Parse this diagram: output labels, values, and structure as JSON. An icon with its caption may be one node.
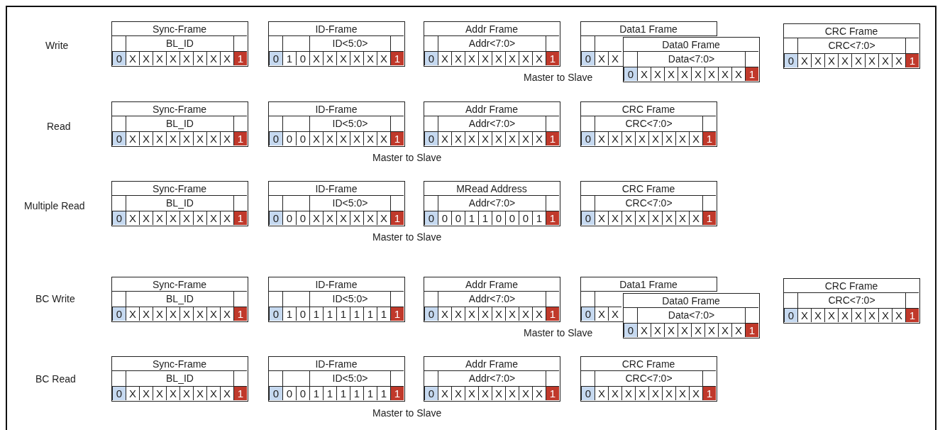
{
  "diagram": {
    "nodes": [
      {
        "text": [
          "Sync-Frame",
          "BL_ID"
        ]
      },
      {
        "text": [
          "0"
        ],
        "in": 0
      },
      {
        "text": [
          "X"
        ],
        "in": 0
      },
      {
        "text": [
          "X"
        ],
        "in": 0
      },
      {
        "text": [
          "X"
        ],
        "in": 0
      },
      {
        "text": [
          "X"
        ],
        "in": 0
      },
      {
        "text": [
          "X"
        ],
        "in": 0
      },
      {
        "text": [
          "X"
        ],
        "in": 0
      },
      {
        "text": [
          "X"
        ],
        "in": 0
      },
      {
        "text": [
          "X"
        ],
        "in": 0
      },
      {
        "text": [
          "1"
        ],
        "in": 0
      },
      {
        "text": [
          "ID-Frame",
          "ID<5:0>"
        ]
      },
      {
        "text": [
          "0"
        ],
        "in": 11
      },
      {
        "text": [
          "1"
        ],
        "in": 11
      },
      {
        "text": [
          "0"
        ],
        "in": 11
      },
      {
        "text": [
          "X"
        ],
        "in": 11
      },
      {
        "text": [
          "X"
        ],
        "in": 11
      },
      {
        "text": [
          "X"
        ],
        "in": 11
      },
      {
        "text": [
          "X"
        ],
        "in": 11
      },
      {
        "text": [
          "X"
        ],
        "in": 11
      },
      {
        "text": [
          "X"
        ],
        "in": 11
      },
      {
        "text": [
          "1"
        ],
        "in": 11
      },
      {
        "text": [
          "Addr Frame",
          "Addr<7:0>"
        ]
      },
      {
        "text": [
          "0"
        ],
        "in": 22
      },
      {
        "text": [
          "X"
        ],
        "in": 22
      },
      {
        "text": [
          "X"
        ],
        "in": 22
      },
      {
        "text": [
          "X"
        ],
        "in": 22
      },
      {
        "text": [
          "X"
        ],
        "in": 22
      },
      {
        "text": [
          "X"
        ],
        "in": 22
      },
      {
        "text": [
          "X"
        ],
        "in": 22
      },
      {
        "text": [
          "X"
        ],
        "in": 22
      },
      {
        "text": [
          "X"
        ],
        "in": 22
      },
      {
        "text": [
          "1"
        ],
        "in": 22
      },
      {
        "text": [
          "Data1 Frame"
        ]
      },
      {
        "text": [
          "0"
        ],
        "in": 33
      },
      {
        "text": [
          "X"
        ],
        "in": 33
      },
      {
        "text": [
          "X"
        ],
        "in": 33
      },
      {
        "text": [
          "Data0 Frame",
          "Data<7:0>"
        ]
      },
      {
        "text": [
          "0"
        ],
        "in": 37
      },
      {
        "text": [
          "X"
        ],
        "in": 37
      },
      {
        "text": [
          "X"
        ],
        "in": 37
      },
      {
        "text": [
          "X"
        ],
        "in": 37
      },
      {
        "text": [
          "X"
        ],
        "in": 37
      },
      {
        "text": [
          "X"
        ],
        "in": 37
      },
      {
        "text": [
          "X"
        ],
        "in": 37
      },
      {
        "text": [
          "X"
        ],
        "in": 37
      },
      {
        "text": [
          "X"
        ],
        "in": 37
      },
      {
        "text": [
          "1"
        ],
        "in": 37
      },
      {
        "text": [
          "CRC Frame",
          "CRC<7:0>"
        ]
      },
      {
        "text": [
          "0"
        ],
        "in": 48
      },
      {
        "text": [
          "X"
        ],
        "in": 48
      },
      {
        "text": [
          "X"
        ],
        "in": 48
      },
      {
        "text": [
          "X"
        ],
        "in": 48
      },
      {
        "text": [
          "X"
        ],
        "in": 48
      },
      {
        "text": [
          "X"
        ],
        "in": 48
      },
      {
        "text": [
          "X"
        ],
        "in": 48
      },
      {
        "text": [
          "X"
        ],
        "in": 48
      },
      {
        "text": [
          "X"
        ],
        "in": 48
      },
      {
        "text": [
          "1"
        ],
        "in": 48
      },
      {
        "text": [
          "Sync-Frame",
          "BL_ID"
        ]
      },
      {
        "text": [
          "0"
        ],
        "in": 59
      },
      {
        "text": [
          "X"
        ],
        "in": 59
      },
      {
        "text": [
          "X"
        ],
        "in": 59
      },
      {
        "text": [
          "X"
        ],
        "in": 59
      },
      {
        "text": [
          "X"
        ],
        "in": 59
      },
      {
        "text": [
          "X"
        ],
        "in": 59
      },
      {
        "text": [
          "X"
        ],
        "in": 59
      },
      {
        "text": [
          "X"
        ],
        "in": 59
      },
      {
        "text": [
          "X"
        ],
        "in": 59
      },
      {
        "text": [
          "1"
        ],
        "in": 59
      },
      {
        "text": [
          "ID-Frame",
          "ID<5:0>"
        ]
      },
      {
        "text": [
          "0"
        ],
        "in": 70
      },
      {
        "text": [
          "0"
        ],
        "in": 70
      },
      {
        "text": [
          "0"
        ],
        "in": 70
      },
      {
        "text": [
          "X"
        ],
        "in": 70
      },
      {
        "text": [
          "X"
        ],
        "in": 70
      },
      {
        "text": [
          "X"
        ],
        "in": 70
      },
      {
        "text": [
          "X"
        ],
        "in": 70
      },
      {
        "text": [
          "X"
        ],
        "in": 70
      },
      {
        "text": [
          "X"
        ],
        "in": 70
      },
      {
        "text": [
          "1"
        ],
        "in": 70
      },
      {
        "text": [
          "Addr Frame",
          "Addr<7:0>"
        ]
      },
      {
        "text": [
          "0"
        ],
        "in": 81
      },
      {
        "text": [
          "X"
        ],
        "in": 81
      },
      {
        "text": [
          "X"
        ],
        "in": 81
      },
      {
        "text": [
          "X"
        ],
        "in": 81
      },
      {
        "text": [
          "X"
        ],
        "in": 81
      },
      {
        "text": [
          "X"
        ],
        "in": 81
      },
      {
        "text": [
          "X"
        ],
        "in": 81
      },
      {
        "text": [
          "X"
        ],
        "in": 81
      },
      {
        "text": [
          "X"
        ],
        "in": 81
      },
      {
        "text": [
          "1"
        ],
        "in": 81
      },
      {
        "text": [
          "CRC Frame",
          "CRC<7:0>"
        ]
      },
      {
        "text": [
          "0"
        ],
        "in": 92
      },
      {
        "text": [
          "X"
        ],
        "in": 92
      },
      {
        "text": [
          "X"
        ],
        "in": 92
      },
      {
        "text": [
          "X"
        ],
        "in": 92
      },
      {
        "text": [
          "X"
        ],
        "in": 92
      },
      {
        "text": [
          "X"
        ],
        "in": 92
      },
      {
        "text": [
          "X"
        ],
        "in": 92
      },
      {
        "text": [
          "X"
        ],
        "in": 92
      },
      {
        "text": [
          "X"
        ],
        "in": 92
      },
      {
        "text": [
          "1"
        ],
        "in": 92
      },
      {
        "text": [
          "Sync-Frame",
          "BL_ID"
        ]
      },
      {
        "text": [
          "0"
        ],
        "in": 103
      },
      {
        "text": [
          "X"
        ],
        "in": 103
      },
      {
        "text": [
          "X"
        ],
        "in": 103
      },
      {
        "text": [
          "X"
        ],
        "in": 103
      },
      {
        "text": [
          "X"
        ],
        "in": 103
      },
      {
        "text": [
          "X"
        ],
        "in": 103
      },
      {
        "text": [
          "X"
        ],
        "in": 103
      },
      {
        "text": [
          "X"
        ],
        "in": 103
      },
      {
        "text": [
          "X"
        ],
        "in": 103
      },
      {
        "text": [
          "1"
        ],
        "in": 103
      },
      {
        "text": [
          "ID-Frame",
          "ID<5:0>"
        ]
      },
      {
        "text": [
          "0"
        ],
        "in": 114
      },
      {
        "text": [
          "0"
        ],
        "in": 114
      },
      {
        "text": [
          "0"
        ],
        "in": 114
      },
      {
        "text": [
          "X"
        ],
        "in": 114
      },
      {
        "text": [
          "X"
        ],
        "in": 114
      },
      {
        "text": [
          "X"
        ],
        "in": 114
      },
      {
        "text": [
          "X"
        ],
        "in": 114
      },
      {
        "text": [
          "X"
        ],
        "in": 114
      },
      {
        "text": [
          "X"
        ],
        "in": 114
      },
      {
        "text": [
          "1"
        ],
        "in": 114
      },
      {
        "text": [
          "MRead Address",
          "Addr<7:0>"
        ]
      },
      {
        "text": [
          "0"
        ],
        "in": 125
      },
      {
        "text": [
          "0"
        ],
        "in": 125
      },
      {
        "text": [
          "0"
        ],
        "in": 125
      },
      {
        "text": [
          "1"
        ],
        "in": 125
      },
      {
        "text": [
          "1"
        ],
        "in": 125
      },
      {
        "text": [
          "0"
        ],
        "in": 125
      },
      {
        "text": [
          "0"
        ],
        "in": 125
      },
      {
        "text": [
          "0"
        ],
        "in": 125
      },
      {
        "text": [
          "1"
        ],
        "in": 125
      },
      {
        "text": [
          "1"
        ],
        "in": 125
      },
      {
        "text": [
          "CRC Frame",
          "CRC<7:0>"
        ]
      },
      {
        "text": [
          "0"
        ],
        "in": 136
      },
      {
        "text": [
          "X"
        ],
        "in": 136
      },
      {
        "text": [
          "X"
        ],
        "in": 136
      },
      {
        "text": [
          "X"
        ],
        "in": 136
      },
      {
        "text": [
          "X"
        ],
        "in": 136
      },
      {
        "text": [
          "X"
        ],
        "in": 136
      },
      {
        "text": [
          "X"
        ],
        "in": 136
      },
      {
        "text": [
          "X"
        ],
        "in": 136
      },
      {
        "text": [
          "X"
        ],
        "in": 136
      },
      {
        "text": [
          "1"
        ],
        "in": 136
      },
      {
        "text": [
          "Sync-Frame",
          "BL_ID"
        ]
      },
      {
        "text": [
          "0"
        ],
        "in": 147
      },
      {
        "text": [
          "X"
        ],
        "in": 147
      },
      {
        "text": [
          "X"
        ],
        "in": 147
      },
      {
        "text": [
          "X"
        ],
        "in": 147
      },
      {
        "text": [
          "X"
        ],
        "in": 147
      },
      {
        "text": [
          "X"
        ],
        "in": 147
      },
      {
        "text": [
          "X"
        ],
        "in": 147
      },
      {
        "text": [
          "X"
        ],
        "in": 147
      },
      {
        "text": [
          "X"
        ],
        "in": 147
      },
      {
        "text": [
          "1"
        ],
        "in": 147
      },
      {
        "text": [
          "ID-Frame",
          "ID<5:0>"
        ]
      },
      {
        "text": [
          "0"
        ],
        "in": 158
      },
      {
        "text": [
          "1"
        ],
        "in": 158
      },
      {
        "text": [
          "0"
        ],
        "in": 158
      },
      {
        "text": [
          "1"
        ],
        "in": 158
      },
      {
        "text": [
          "1"
        ],
        "in": 158
      },
      {
        "text": [
          "1"
        ],
        "in": 158
      },
      {
        "text": [
          "1"
        ],
        "in": 158
      },
      {
        "text": [
          "1"
        ],
        "in": 158
      },
      {
        "text": [
          "1"
        ],
        "in": 158
      },
      {
        "text": [
          "1"
        ],
        "in": 158
      },
      {
        "text": [
          "Addr Frame",
          "Addr<7:0>"
        ]
      },
      {
        "text": [
          "0"
        ],
        "in": 169
      },
      {
        "text": [
          "X"
        ],
        "in": 169
      },
      {
        "text": [
          "X"
        ],
        "in": 169
      },
      {
        "text": [
          "X"
        ],
        "in": 169
      },
      {
        "text": [
          "X"
        ],
        "in": 169
      },
      {
        "text": [
          "X"
        ],
        "in": 169
      },
      {
        "text": [
          "X"
        ],
        "in": 169
      },
      {
        "text": [
          "X"
        ],
        "in": 169
      },
      {
        "text": [
          "X"
        ],
        "in": 169
      },
      {
        "text": [
          "1"
        ],
        "in": 169
      },
      {
        "text": [
          "Data1 Frame"
        ]
      },
      {
        "text": [
          "0"
        ],
        "in": 180
      },
      {
        "text": [
          "X"
        ],
        "in": 180
      },
      {
        "text": [
          "X"
        ],
        "in": 180
      },
      {
        "text": [
          "Data0 Frame",
          "Data<7:0>"
        ]
      },
      {
        "text": [
          "0"
        ],
        "in": 184
      },
      {
        "text": [
          "X"
        ],
        "in": 184
      },
      {
        "text": [
          "X"
        ],
        "in": 184
      },
      {
        "text": [
          "X"
        ],
        "in": 184
      },
      {
        "text": [
          "X"
        ],
        "in": 184
      },
      {
        "text": [
          "X"
        ],
        "in": 184
      },
      {
        "text": [
          "X"
        ],
        "in": 184
      },
      {
        "text": [
          "X"
        ],
        "in": 184
      },
      {
        "text": [
          "X"
        ],
        "in": 184
      },
      {
        "text": [
          "1"
        ],
        "in": 184
      },
      {
        "text": [
          "CRC Frame",
          "CRC<7:0>"
        ]
      },
      {
        "text": [
          "0"
        ],
        "in": 195
      },
      {
        "text": [
          "X"
        ],
        "in": 195
      },
      {
        "text": [
          "X"
        ],
        "in": 195
      },
      {
        "text": [
          "X"
        ],
        "in": 195
      },
      {
        "text": [
          "X"
        ],
        "in": 195
      },
      {
        "text": [
          "X"
        ],
        "in": 195
      },
      {
        "text": [
          "X"
        ],
        "in": 195
      },
      {
        "text": [
          "X"
        ],
        "in": 195
      },
      {
        "text": [
          "X"
        ],
        "in": 195
      },
      {
        "text": [
          "1"
        ],
        "in": 195
      },
      {
        "text": [
          "Sync-Frame",
          "BL_ID"
        ]
      },
      {
        "text": [
          "0"
        ],
        "in": 206
      },
      {
        "text": [
          "X"
        ],
        "in": 206
      },
      {
        "text": [
          "X"
        ],
        "in": 206
      },
      {
        "text": [
          "X"
        ],
        "in": 206
      },
      {
        "text": [
          "X"
        ],
        "in": 206
      },
      {
        "text": [
          "X"
        ],
        "in": 206
      },
      {
        "text": [
          "X"
        ],
        "in": 206
      },
      {
        "text": [
          "X"
        ],
        "in": 206
      },
      {
        "text": [
          "X"
        ],
        "in": 206
      },
      {
        "text": [
          "1"
        ],
        "in": 206
      },
      {
        "text": [
          "ID-Frame",
          "ID<5:0>"
        ]
      },
      {
        "text": [
          "0"
        ],
        "in": 217
      },
      {
        "text": [
          "0"
        ],
        "in": 217
      },
      {
        "text": [
          "0"
        ],
        "in": 217
      },
      {
        "text": [
          "1"
        ],
        "in": 217
      },
      {
        "text": [
          "1"
        ],
        "in": 217
      },
      {
        "text": [
          "1"
        ],
        "in": 217
      },
      {
        "text": [
          "1"
        ],
        "in": 217
      },
      {
        "text": [
          "1"
        ],
        "in": 217
      },
      {
        "text": [
          "1"
        ],
        "in": 217
      },
      {
        "text": [
          "1"
        ],
        "in": 217
      },
      {
        "text": [
          "Addr Frame",
          "Addr<7:0>"
        ]
      },
      {
        "text": [
          "0"
        ],
        "in": 228
      },
      {
        "text": [
          "X"
        ],
        "in": 228
      },
      {
        "text": [
          "X"
        ],
        "in": 228
      },
      {
        "text": [
          "X"
        ],
        "in": 228
      },
      {
        "text": [
          "X"
        ],
        "in": 228
      },
      {
        "text": [
          "X"
        ],
        "in": 228
      },
      {
        "text": [
          "X"
        ],
        "in": 228
      },
      {
        "text": [
          "X"
        ],
        "in": 228
      },
      {
        "text": [
          "X"
        ],
        "in": 228
      },
      {
        "text": [
          "1"
        ],
        "in": 228
      },
      {
        "text": [
          "CRC Frame",
          "CRC<7:0>"
        ]
      },
      {
        "text": [
          "0"
        ],
        "in": 239
      },
      {
        "text": [
          "X"
        ],
        "in": 239
      },
      {
        "text": [
          "X"
        ],
        "in": 239
      },
      {
        "text": [
          "X"
        ],
        "in": 239
      },
      {
        "text": [
          "X"
        ],
        "in": 239
      },
      {
        "text": [
          "X"
        ],
        "in": 239
      },
      {
        "text": [
          "X"
        ],
        "in": 239
      },
      {
        "text": [
          "X"
        ],
        "in": 239
      },
      {
        "text": [
          "X"
        ],
        "in": 239
      },
      {
        "text": [
          "1"
        ],
        "in": 239
      }
    ],
    "labels": [
      "Write",
      "Master to Slave",
      "Read",
      "Master to Slave",
      "Multiple Read",
      "Master to Slave",
      "BC Write",
      "Master to Slave",
      "BC Read",
      "Master to Slave"
    ]
  }
}
